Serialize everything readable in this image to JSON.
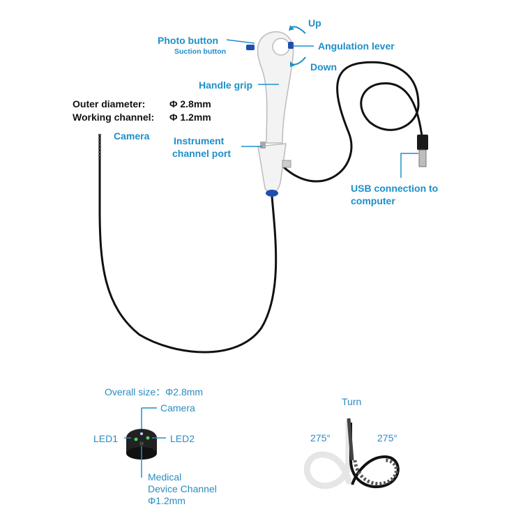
{
  "colors": {
    "accent": "#1d8fc8",
    "cable": "#111111",
    "handle": "#f2f2f2",
    "trim": "#1f4fae"
  },
  "upper": {
    "photo_button": "Photo button",
    "suction_button": "Suction button",
    "up": "Up",
    "angulation_lever": "Angulation lever",
    "down": "Down",
    "handle_grip": "Handle grip",
    "outer_diameter_label": "Outer diameter:",
    "outer_diameter_value": "Φ 2.8mm",
    "working_channel_label": "Working channel:",
    "working_channel_value": "Φ 1.2mm",
    "camera": "Camera",
    "instrument_port_line1": "Instrument",
    "instrument_port_line2": "channel port",
    "usb_line1": "USB connection to",
    "usb_line2": "computer"
  },
  "tip": {
    "overall_size": "Overall size：Φ2.8mm",
    "camera": "Camera",
    "led1": "LED1",
    "led2": "LED2",
    "channel_line1": "Medical",
    "channel_line2": "Device Channel",
    "channel_line3": "Φ1.2mm"
  },
  "turn": {
    "title": "Turn",
    "left_angle": "275°",
    "right_angle": "275°"
  }
}
